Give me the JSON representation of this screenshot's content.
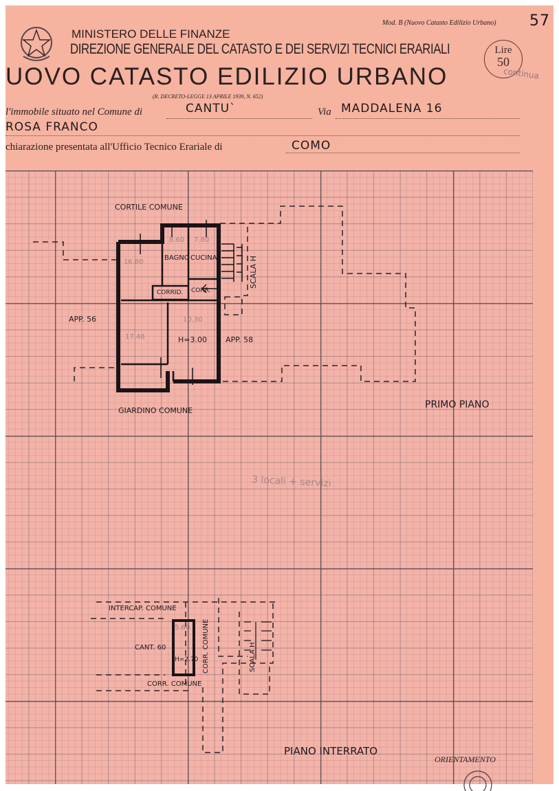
{
  "header": {
    "form_code": "Mod. B (Nuovo Catasto Edilizio Urbano)",
    "sheet_number": "57",
    "ministry": "MINISTERO DELLE FINANZE",
    "direction": "DIREZIONE GENERALE DEL CATASTO E DEI SERVIZI TECNICI ERARIALI",
    "title": "UOVO CATASTO EDILIZIO URBANO",
    "decree": "(R. DECRETO-LEGGE 13 APRILE 1939, N. 652)",
    "stamp_currency": "Lire",
    "stamp_value": "50",
    "pencil_note": "continua"
  },
  "form": {
    "property_label": "l'immobile situato nel Comune di",
    "comune": "CANTU`",
    "via_label": "Via",
    "via": "MADDALENA 16",
    "owner": "ROSA FRANCO",
    "declaration_label": "chiarazione presentata all'Ufficio Tecnico Erariale di",
    "office": "COMO"
  },
  "first_floor": {
    "title": "PRIMO PIANO",
    "cortile": "CORTILE COMUNE",
    "giardino": "GIARDINO COMUNE",
    "app_left": "APP. 56",
    "app_right": "APP. 58",
    "bagno": "BAGNO",
    "cucina": "CUCINA",
    "corrid": "CORRID.",
    "corr": "CORR.",
    "scala": "SCALA H",
    "height": "H=3.00",
    "areas": [
      "16.80",
      "8.60",
      "7.80",
      "17.48",
      "10.30"
    ]
  },
  "note": "3 locali + servizi",
  "basement": {
    "title": "PIANO INTERRATO",
    "intercap": "INTERCAP. COMUNE",
    "cantina": "CANT. 60",
    "corr_comune_h": "CORR. COMUNE",
    "corr_comune_v": "CORR. COMUNE",
    "scala": "SCALA H",
    "height": "H=2.70",
    "area": "5.60"
  },
  "orientation_label": "ORIENTAMENTO"
}
